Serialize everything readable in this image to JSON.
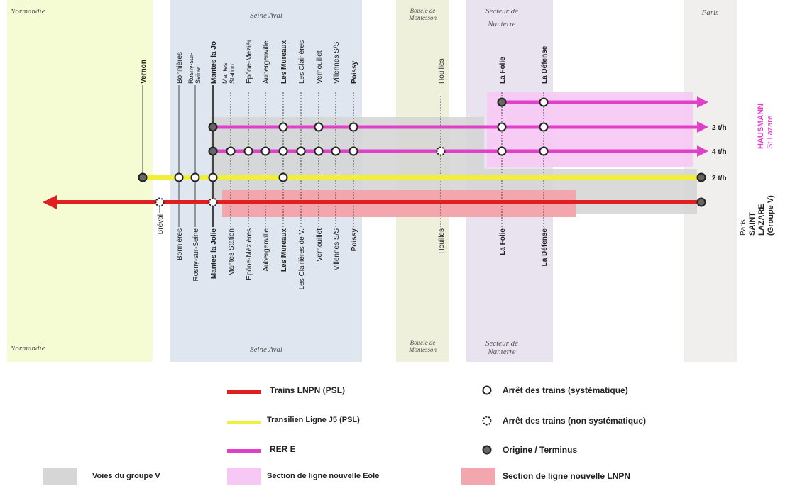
{
  "zones": {
    "normandie": "Normandie",
    "seine_aval": "Seine Aval",
    "boucle_l1": "Boucle de",
    "boucle_l2": "Montesson",
    "secteur_l1": "Secteur de",
    "secteur_l2": "Nanterre",
    "paris": "Paris"
  },
  "stations_top": {
    "vernon": "Vernon",
    "bonnieres": "Bonnières",
    "rosny": "Rosny-sur-",
    "rosny2": "Seine",
    "mantes_jolie": "Mantes la Jo",
    "mantes_station": "Mantes",
    "mantes_station2": "Station",
    "epone": "Epône-Mézièr",
    "aubergenville": "Aubergenville",
    "mureaux": "Les Mureaux",
    "clairieres": "Les Clairières",
    "vernouillet": "Vernouillet",
    "villennes": "Villennes S/S",
    "poissy": "Poissy",
    "houilles": "Houilles",
    "la_folie": "La Folie",
    "la_defense": "La Défense"
  },
  "stations_bottom": {
    "breval": "Bréval",
    "bonnieres": "Bonnières",
    "rosny": "Rosny-sur-Seine",
    "mantes_jolie": "Mantes la Jolie",
    "mantes_station": "Mantes Station",
    "epone": "Epône-Mézières",
    "aubergenville": "Aubergenville",
    "mureaux": "Les Mureaux",
    "clairieres": "Les Clairières de V.",
    "vernouillet": "Vernouillet",
    "villennes": "Villennes S/S",
    "poissy": "Poissy",
    "houilles": "Houilles",
    "la_folie": "La Folie",
    "la_defense": "La Défense"
  },
  "frequencies": {
    "rere_line2": "2 t/h",
    "rere_line3": "4 t/h",
    "transilien": "2 t/h"
  },
  "destinations": {
    "hausmann_1": "HAUSMANN",
    "hausmann_2": "St Lazare",
    "psl_1": "Paris",
    "psl_2": "SAINT",
    "psl_3": "LAZARE",
    "psl_4": "(Groupe V)"
  },
  "legend": {
    "lnpn": "Trains LNPN (PSL)",
    "transilien": "Transilien Ligne J5 (PSL)",
    "rere": "RER E",
    "stop_sys": "Arrêt des trains (systématique)",
    "stop_nonsys": "Arrêt des trains (non systématique)",
    "origin": "Origine / Terminus",
    "voies": "Voies du groupe V",
    "eole": "Section de ligne nouvelle Eole",
    "lnpn_section": "Section de ligne nouvelle LNPN"
  },
  "colors": {
    "lnpn": "#e02020",
    "transilien": "#f2ee3c",
    "rere": "#e040c8",
    "normandie_bg": "#f4fad0",
    "seine_aval_bg": "#dfe6f0",
    "boucle_bg": "#eef0dc",
    "secteur_bg": "#e8e2ee",
    "paris_bg": "#f0eded",
    "voies_gray": "#d8d8d8",
    "eole_pink": "#f7c8f4",
    "lnpn_pink": "#f4a8b0"
  }
}
